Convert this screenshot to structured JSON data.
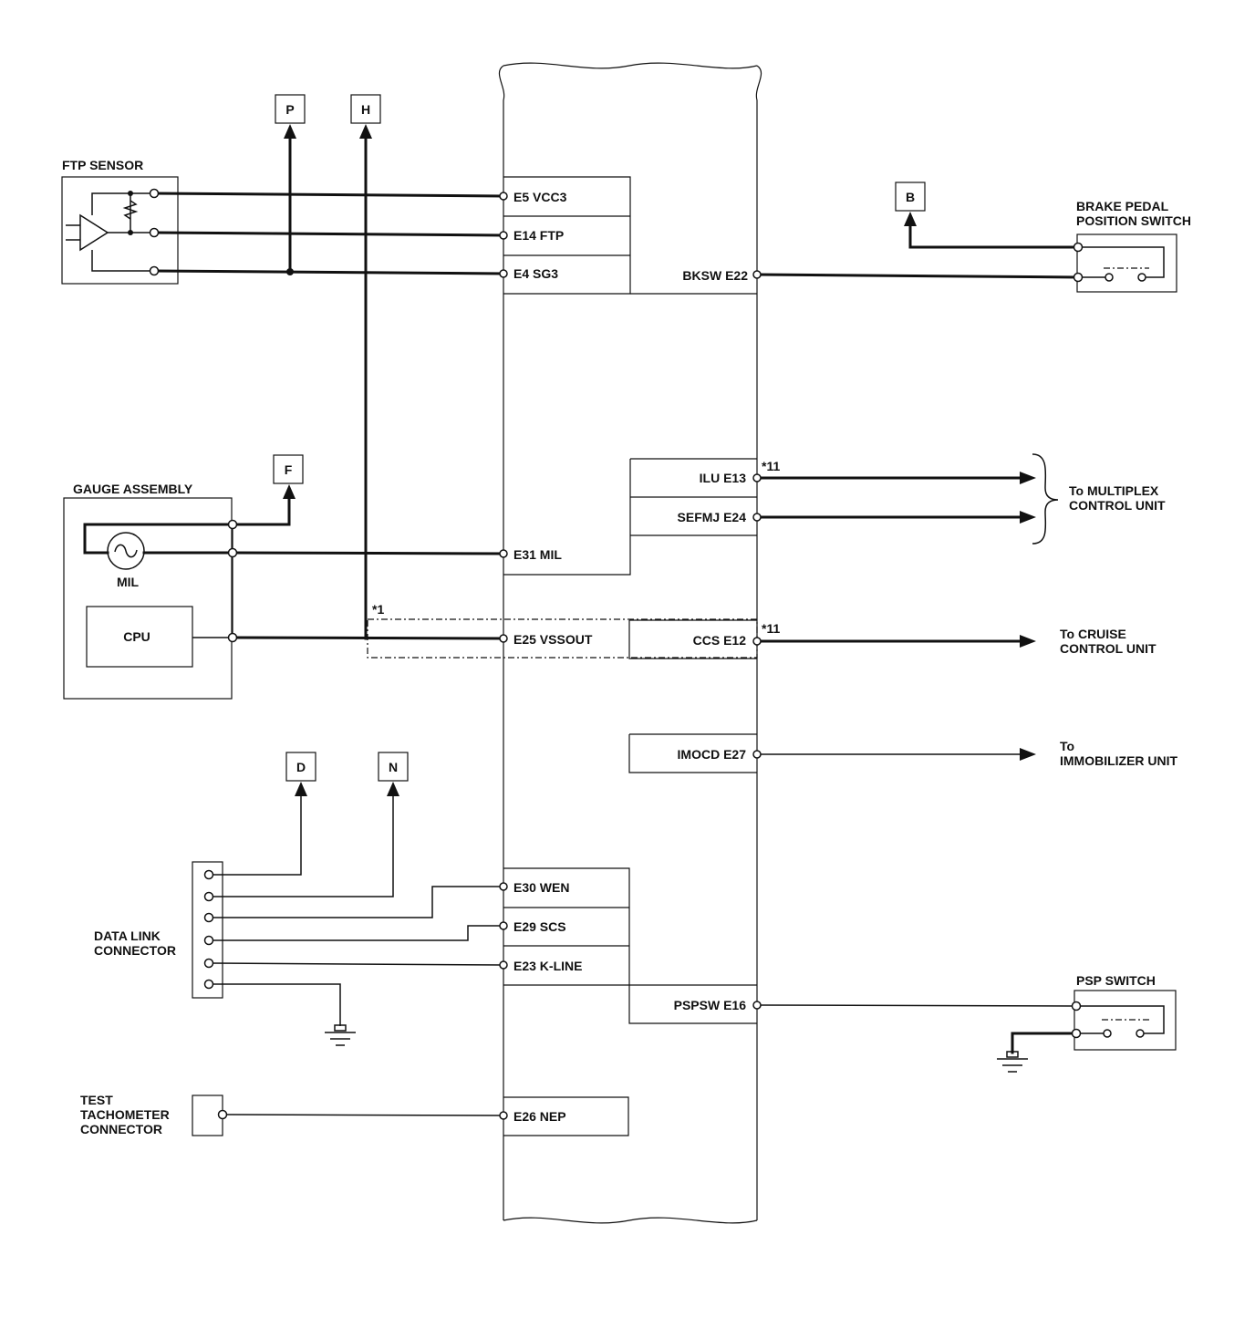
{
  "ecm_pins": {
    "e5_vcc3": "E5 VCC3",
    "e14_ftp": "E14 FTP",
    "e4_sg3": "E4 SG3",
    "bksw_e22": "BKSW E22",
    "ilu_e13": "ILU E13",
    "sefmj_e24": "SEFMJ E24",
    "e31_mil": "E31 MIL",
    "e25_vssout": "E25 VSSOUT",
    "ccs_e12": "CCS E12",
    "imocd_e27": "IMOCD E27",
    "e30_wen": "E30 WEN",
    "e29_scs": "E29 SCS",
    "e23_kline": "E23 K-LINE",
    "pspsw_e16": "PSPSW E16",
    "e26_nep": "E26 NEP"
  },
  "components": {
    "ftp_sensor": "FTP SENSOR",
    "brake_switch_line1": "BRAKE PEDAL",
    "brake_switch_line2": "POSITION SWITCH",
    "gauge_assembly": "GAUGE ASSEMBLY",
    "mil": "MIL",
    "cpu": "CPU",
    "dlc_line1": "DATA LINK",
    "dlc_line2": "CONNECTOR",
    "psp_switch": "PSP SWITCH",
    "tach_line1": "TEST",
    "tach_line2": "TACHOMETER",
    "tach_line3": "CONNECTOR"
  },
  "references": {
    "p": "P",
    "h": "H",
    "b": "B",
    "f": "F",
    "d": "D",
    "n": "N"
  },
  "destinations": {
    "multiplex_line1": "To MULTIPLEX",
    "multiplex_line2": "CONTROL UNIT",
    "cruise_line1": "To CRUISE",
    "cruise_line2": "CONTROL UNIT",
    "immob_line1": "To",
    "immob_line2": "IMMOBILIZER UNIT"
  },
  "notes": {
    "note_1": "*1",
    "note_11_a": "*11",
    "note_11_b": "*11"
  }
}
